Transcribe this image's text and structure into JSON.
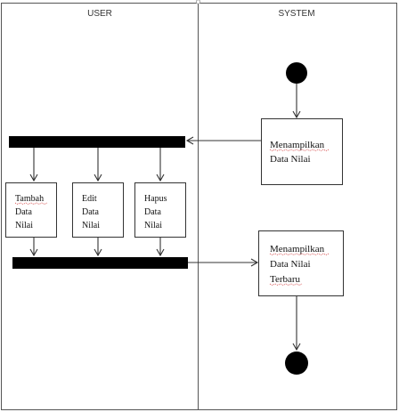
{
  "lanes": {
    "user": "USER",
    "system": "SYSTEM"
  },
  "system_boxes": {
    "tampil": [
      "Menampilkan",
      "Data Nilai"
    ],
    "tampil_baru": [
      "Menampilkan",
      "Data Nilai",
      "Terbaru"
    ]
  },
  "user_boxes": {
    "tambah": [
      "Tambah",
      "Data",
      "Nilai"
    ],
    "edit": [
      "Edit",
      "Data",
      "Nilai"
    ],
    "hapus": [
      "Hapus",
      "Data",
      "Nilai"
    ]
  },
  "colors": {
    "line": "#333333",
    "bar": "#000000",
    "node": "#000000",
    "spellcheck": "#d23a3a"
  }
}
